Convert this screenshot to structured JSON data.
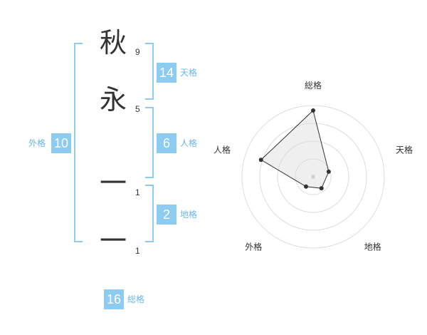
{
  "name_chars": [
    {
      "char": "秋",
      "strokes": "9"
    },
    {
      "char": "永",
      "strokes": "5"
    },
    {
      "char": "一",
      "strokes": "1"
    },
    {
      "char": "一",
      "strokes": "1"
    }
  ],
  "fortunes": {
    "tenkaku": {
      "value": "14",
      "label": "天格"
    },
    "jinkaku": {
      "value": "6",
      "label": "人格"
    },
    "chikaku": {
      "value": "2",
      "label": "地格"
    },
    "gaikaku": {
      "value": "10",
      "label": "外格"
    },
    "soukaku": {
      "value": "16",
      "label": "総格"
    }
  },
  "colors": {
    "accent": "#8ecbf1",
    "label": "#6ab6e6",
    "text": "#333333"
  },
  "chart_data": {
    "type": "radar",
    "axes": [
      "総格",
      "天格",
      "地格",
      "外格",
      "人格"
    ],
    "values": [
      0.93,
      0.23,
      0.2,
      0.17,
      0.77
    ],
    "range": [
      0,
      1
    ],
    "rings": 4
  }
}
